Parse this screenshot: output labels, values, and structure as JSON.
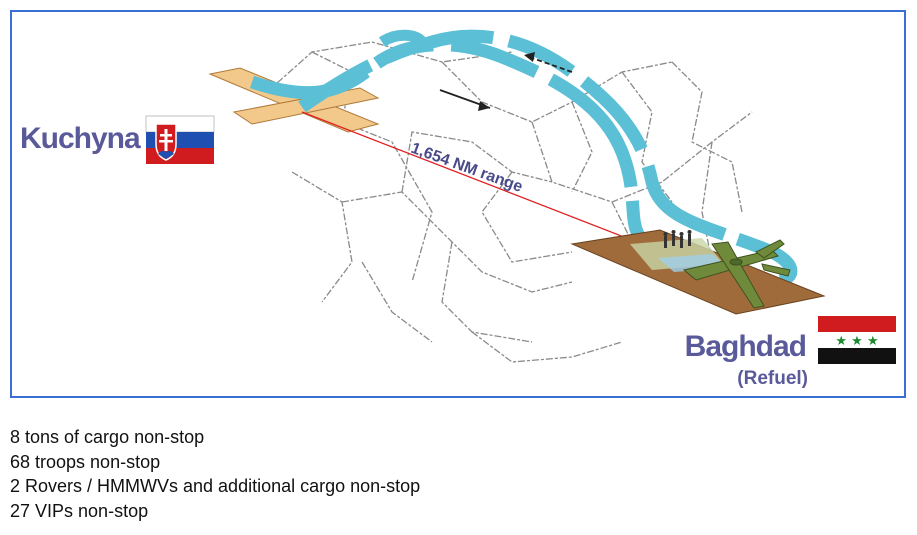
{
  "map": {
    "origin": {
      "name": "Kuchyna",
      "flag": "slovakia-flag-icon"
    },
    "destination": {
      "name": "Baghdad",
      "note": "(Refuel)",
      "flag": "iraq-flag-icon"
    },
    "range_label": "1,654 NM range",
    "colors": {
      "frame": "#3a6fd6",
      "route": "#5bbfd6",
      "range_line": "#e02020",
      "label": "#5a5a9a"
    }
  },
  "bullets": [
    "8 tons of cargo non-stop",
    "68 troops non-stop",
    "2 Rovers / HMMWVs and additional cargo non-stop",
    "27 VIPs non-stop"
  ]
}
